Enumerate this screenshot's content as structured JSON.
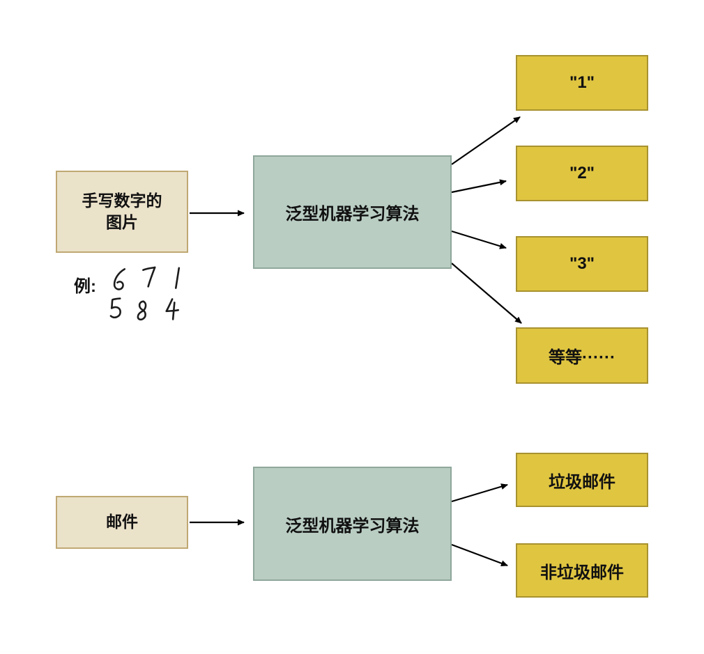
{
  "colors": {
    "input_fill": "#EBE2CA",
    "input_border": "#BFA873",
    "process_fill": "#B9CDC3",
    "process_border": "#8FA79B",
    "output_fill": "#E0C541",
    "output_border": "#A8922F",
    "arrow": "#000000"
  },
  "top": {
    "input_line1": "手写数字的",
    "input_line2": "图片",
    "example_label": "例:",
    "example_digits_row1": "671",
    "example_digits_row2": "584",
    "process_label": "泛型机器学习算法",
    "outputs": [
      "\"1\"",
      "\"2\"",
      "\"3\"",
      "等等······"
    ]
  },
  "bottom": {
    "input_label": "邮件",
    "process_label": "泛型机器学习算法",
    "outputs": [
      "垃圾邮件",
      "非垃圾邮件"
    ]
  }
}
